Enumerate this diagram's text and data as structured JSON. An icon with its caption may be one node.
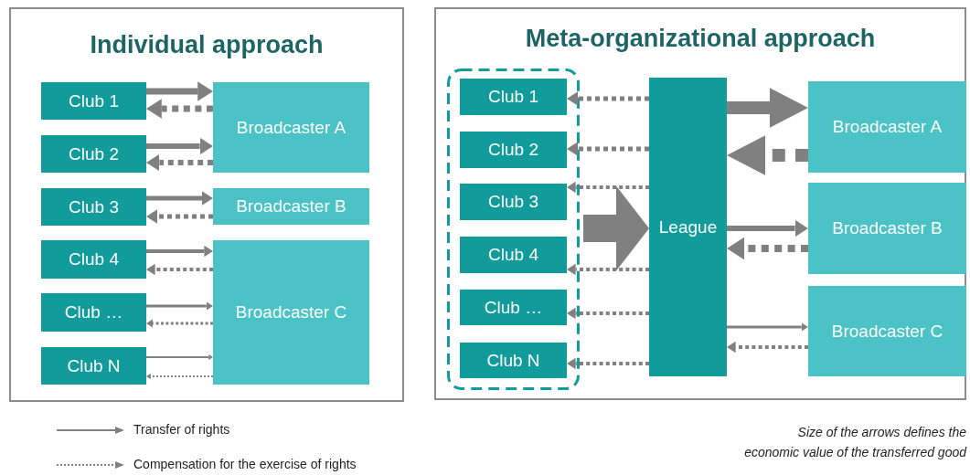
{
  "diagram": {
    "nodes": [
      {
        "text": [
          "Individual approach"
        ]
      },
      {
        "text": [
          "Club 1"
        ],
        "in": 0
      },
      {
        "text": [
          "Club 2"
        ],
        "in": 0
      },
      {
        "text": [
          "Club 3"
        ],
        "in": 0
      },
      {
        "text": [
          "Club 4"
        ],
        "in": 0
      },
      {
        "text": [
          "Club …"
        ],
        "in": 0
      },
      {
        "text": [
          "Club N"
        ],
        "in": 0
      },
      {
        "text": [
          "Broadcaster A"
        ],
        "in": 0
      },
      {
        "text": [
          "Broadcaster B"
        ],
        "in": 0
      },
      {
        "text": [
          "Broadcaster C"
        ],
        "in": 0
      },
      {
        "text": [
          "Meta-organizational approach"
        ]
      },
      {
        "text": [],
        "shape": "box",
        "in": 10
      },
      {
        "text": [
          "Club 1"
        ],
        "in": 11
      },
      {
        "text": [
          "Club 2"
        ],
        "in": 11
      },
      {
        "text": [
          "Club 3"
        ],
        "in": 11
      },
      {
        "text": [
          "Club 4"
        ],
        "in": 11
      },
      {
        "text": [
          "Club …"
        ],
        "in": 11
      },
      {
        "text": [
          "Club N"
        ],
        "in": 11
      },
      {
        "text": [
          "League"
        ],
        "in": 10
      },
      {
        "text": [
          "Broadcaster A"
        ],
        "in": 10
      },
      {
        "text": [
          "Broadcaster B"
        ],
        "in": 10
      },
      {
        "text": [
          "Broadcaster C"
        ],
        "in": 10
      }
    ],
    "edges": [
      {
        "from": 1,
        "to": 7,
        "arrow": "to"
      },
      {
        "from": 7,
        "to": 1,
        "arrow": "to",
        "style": "dashed"
      },
      {
        "from": 2,
        "to": 7,
        "arrow": "to"
      },
      {
        "from": 7,
        "to": 2,
        "arrow": "to",
        "style": "dashed"
      },
      {
        "from": 3,
        "to": 8,
        "arrow": "to"
      },
      {
        "from": 8,
        "to": 3,
        "arrow": "to",
        "style": "dashed"
      },
      {
        "from": 4,
        "to": 9,
        "arrow": "to"
      },
      {
        "from": 9,
        "to": 4,
        "arrow": "to",
        "style": "dashed"
      },
      {
        "from": 5,
        "to": 9,
        "arrow": "to"
      },
      {
        "from": 9,
        "to": 5,
        "arrow": "to",
        "style": "dashed"
      },
      {
        "from": 6,
        "to": 9,
        "arrow": "to"
      },
      {
        "from": 9,
        "to": 6,
        "arrow": "to",
        "style": "dashed"
      },
      {
        "from": 18,
        "to": 12,
        "arrow": "to",
        "style": "dashed"
      },
      {
        "from": 18,
        "to": 13,
        "arrow": "to",
        "style": "dashed"
      },
      {
        "from": 18,
        "to": 14,
        "arrow": "to",
        "style": "dashed"
      },
      {
        "from": 18,
        "to": 15,
        "arrow": "to",
        "style": "dashed"
      },
      {
        "from": 18,
        "to": 16,
        "arrow": "to",
        "style": "dashed"
      },
      {
        "from": 18,
        "to": 17,
        "arrow": "to",
        "style": "dashed"
      },
      {
        "from": 11,
        "to": 18,
        "arrow": "to",
        "style": "thick"
      },
      {
        "from": 18,
        "to": 19,
        "arrow": "to",
        "style": "thick"
      },
      {
        "from": 19,
        "to": 18,
        "arrow": "to",
        "style": "dashed"
      },
      {
        "from": 18,
        "to": 20,
        "arrow": "to"
      },
      {
        "from": 20,
        "to": 18,
        "arrow": "to",
        "style": "dashed"
      },
      {
        "from": 18,
        "to": 21,
        "arrow": "to"
      },
      {
        "from": 21,
        "to": 18,
        "arrow": "to",
        "style": "dashed"
      }
    ],
    "labels": [
      "Size of the arrows defines the economic value of the transferred good"
    ],
    "legend": [
      {
        "text": "Transfer of rights"
      },
      {
        "text": "Compensation for the exercise of rights"
      }
    ]
  }
}
